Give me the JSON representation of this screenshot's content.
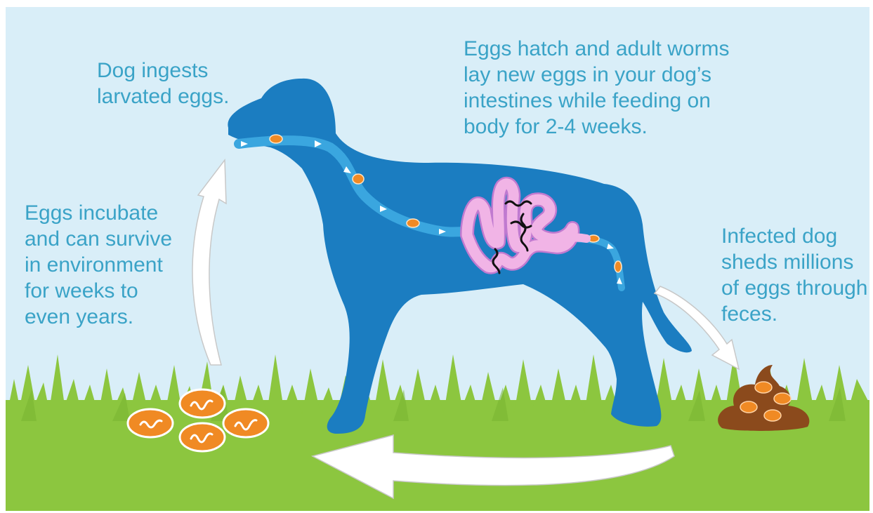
{
  "captions": {
    "ingest": "Dog ingests\nlarvated eggs.",
    "hatch": "Eggs hatch and adult worms\nlay new eggs in your dog’s\nintestines while feeding on\nbody for 2-4 weeks.",
    "incubate": "Eggs incubate\nand can survive\nin environment\nfor weeks to\neven years.",
    "shed": "Infected dog\nsheds millions\nof eggs through\nfeces."
  },
  "colors": {
    "sky": "#d9eef8",
    "grass": "#8cc63f",
    "grass_dark": "#79b531",
    "dog": "#1b7dc1",
    "text": "#3aa3c7",
    "intestine": "#f1b4e6",
    "intestine_outline": "#c07ad0",
    "egg": "#f08a24",
    "feces": "#8b4a1c",
    "worm": "#111111",
    "arrow_fill": "#ffffff",
    "arrow_stroke": "#b8b8b8"
  },
  "icons": {
    "dog": "dog-silhouette-icon",
    "intestine": "intestine-icon",
    "egg": "egg-icon",
    "worm": "worm-icon",
    "feces": "feces-icon",
    "arrow": "arrow-icon"
  }
}
